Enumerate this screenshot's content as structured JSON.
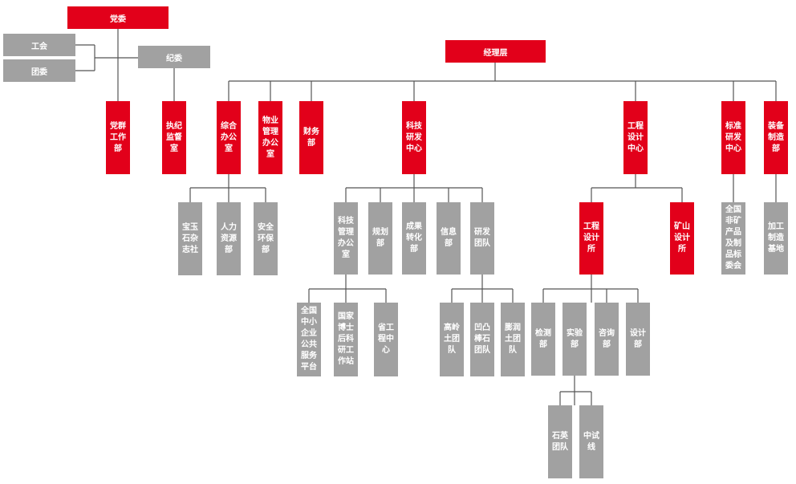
{
  "colors": {
    "primary": "#e2001a",
    "secondary": "#a1a1a1",
    "line": "#555555"
  },
  "party": {
    "dangwei": "党委",
    "gonghui": "工会",
    "tuanwei": "团委",
    "jiwei": "纪委",
    "dangqun": "党群工作部",
    "zhiji": "执纪监督室"
  },
  "management": {
    "title": "经理层",
    "zonghe": {
      "label": "综合办公室",
      "children": [
        "宝玉石杂志社",
        "人力资源部",
        "安全环保部"
      ]
    },
    "wuye": "物业管理办公室",
    "caiwu": "财务部",
    "keji": {
      "label": "科技研发中心",
      "children": [
        "科技管理办公室",
        "规划部",
        "成果转化部",
        "信息部",
        "研发团队"
      ],
      "guanli_children": [
        "全国中小企业公共服务平台",
        "国家博士后科研工作站",
        "省工程中心"
      ],
      "tuandui_children": [
        "高岭土团队",
        "凹凸棒石团队",
        "膨润土团队"
      ]
    },
    "gongcheng": {
      "label": "工程设计中心",
      "children": [
        "工程设计所",
        "矿山设计所"
      ],
      "suo_children": [
        "检测部",
        "实验部",
        "咨询部",
        "设计部"
      ],
      "shiyan_children": [
        "石英团队",
        "中试线"
      ]
    },
    "biaozhun": {
      "label": "标准研发中心",
      "children": [
        "全国非矿产品及制品标委会"
      ]
    },
    "zhuangbei": {
      "label": "装备制造部",
      "children": [
        "加工制造基地"
      ]
    }
  }
}
